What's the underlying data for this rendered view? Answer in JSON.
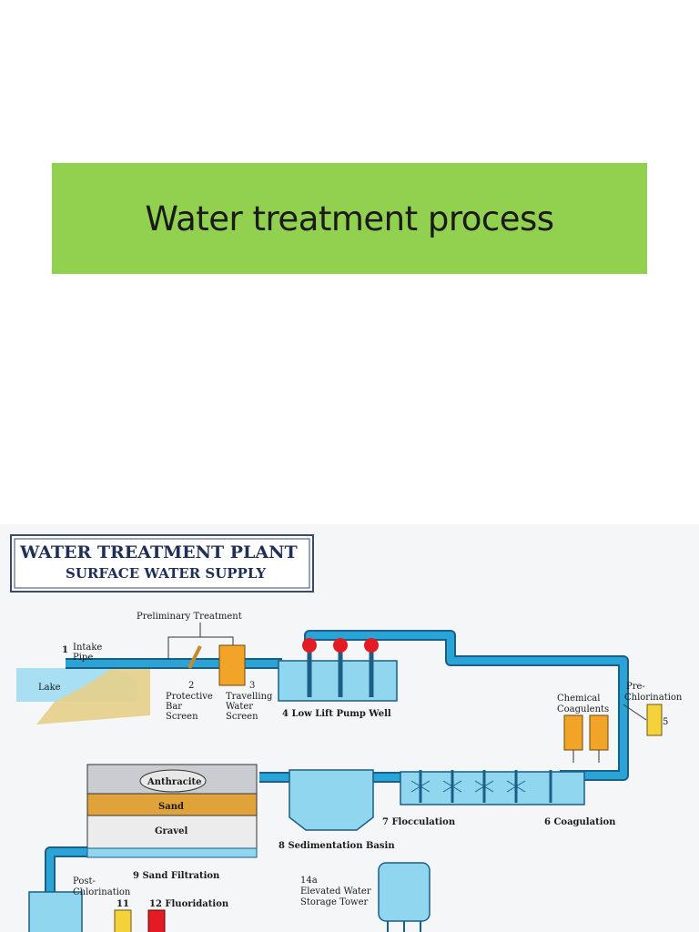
{
  "slide": {
    "title": "Water treatment process"
  },
  "diagram": {
    "header_line1": "WATER TREATMENT PLANT",
    "header_line2": "SURFACE WATER SUPPLY",
    "preliminary_treatment": "Preliminary Treatment",
    "intake_number": "1",
    "intake_label_line1": "Intake",
    "intake_label_line2": "Pipe",
    "lake": "Lake",
    "bar_screen_number": "2",
    "bar_screen_line1": "Protective",
    "bar_screen_line2": "Bar",
    "bar_screen_line3": "Screen",
    "water_screen_number": "3",
    "water_screen_line1": "Travelling",
    "water_screen_line2": "Water",
    "water_screen_line3": "Screen",
    "pump_well": "4 Low Lift Pump Well",
    "pre_chlorination_line1": "Pre-",
    "pre_chlorination_line2": "Chlorination",
    "pre_chlorination_number": "5",
    "chemical_line1": "Chemical",
    "chemical_line2": "Coagulents",
    "coagulation": "6 Coagulation",
    "flocculation": "7 Flocculation",
    "sedimentation": "8 Sedimentation Basin",
    "sand_filtration": "9 Sand Filtration",
    "anthracite": "Anthracite",
    "sand": "Sand",
    "gravel": "Gravel",
    "post_chlorination_line1": "Post-",
    "post_chlorination_line2": "Chlorination",
    "post_chlorination_number": "11",
    "fluoridation": "12 Fluoridation",
    "storage_tower_line1": "14a",
    "storage_tower_line2": "Elevated Water",
    "storage_tower_line3": "Storage Tower"
  },
  "colors": {
    "title_background": "#92d050",
    "pipe": "#2aa3d6",
    "pipe_outline": "#1a5f88",
    "tank_fill": "#8fd6ee",
    "valve_red": "#e31b23",
    "coagulant_orange": "#f2a428",
    "chlorine_yellow": "#f4d23c",
    "sand": "#e0a23a"
  }
}
